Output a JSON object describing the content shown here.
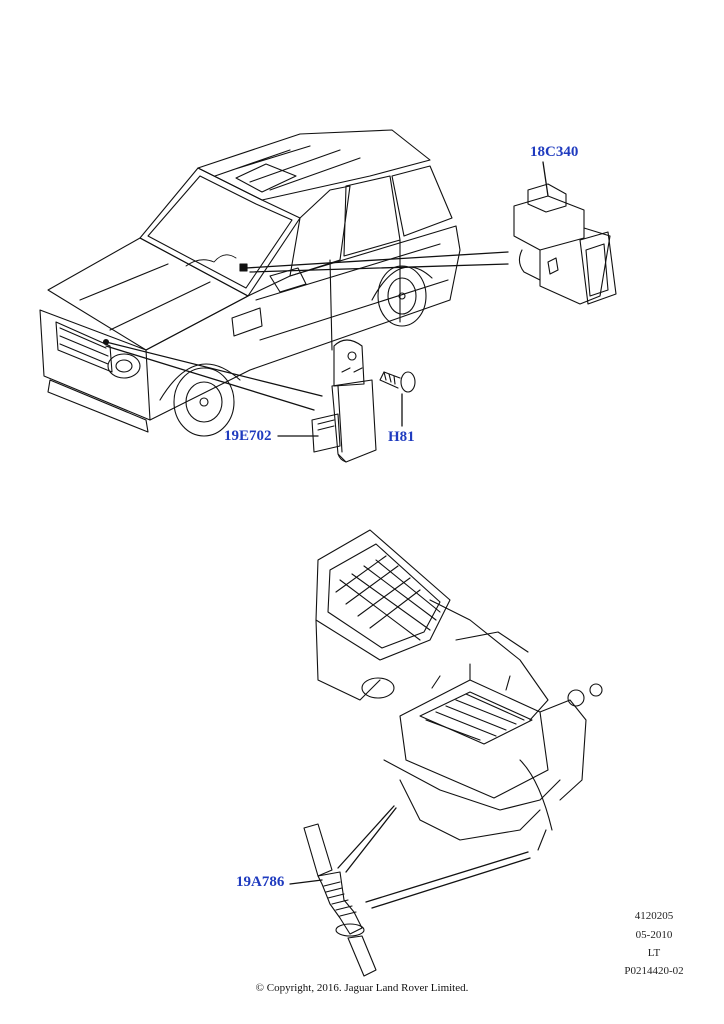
{
  "callouts": {
    "part_18C340": "18C340",
    "part_19E702": "19E702",
    "part_H81": "H81",
    "part_19A786": "19A786"
  },
  "reference": {
    "code": "4120205",
    "date": "05-2010",
    "region": "LT",
    "illustration": "P0214420-02"
  },
  "copyright": "© Copyright, 2016. Jaguar Land Rover Limited.",
  "colors": {
    "callout": "#1f3bbf",
    "linework": "#111111"
  }
}
